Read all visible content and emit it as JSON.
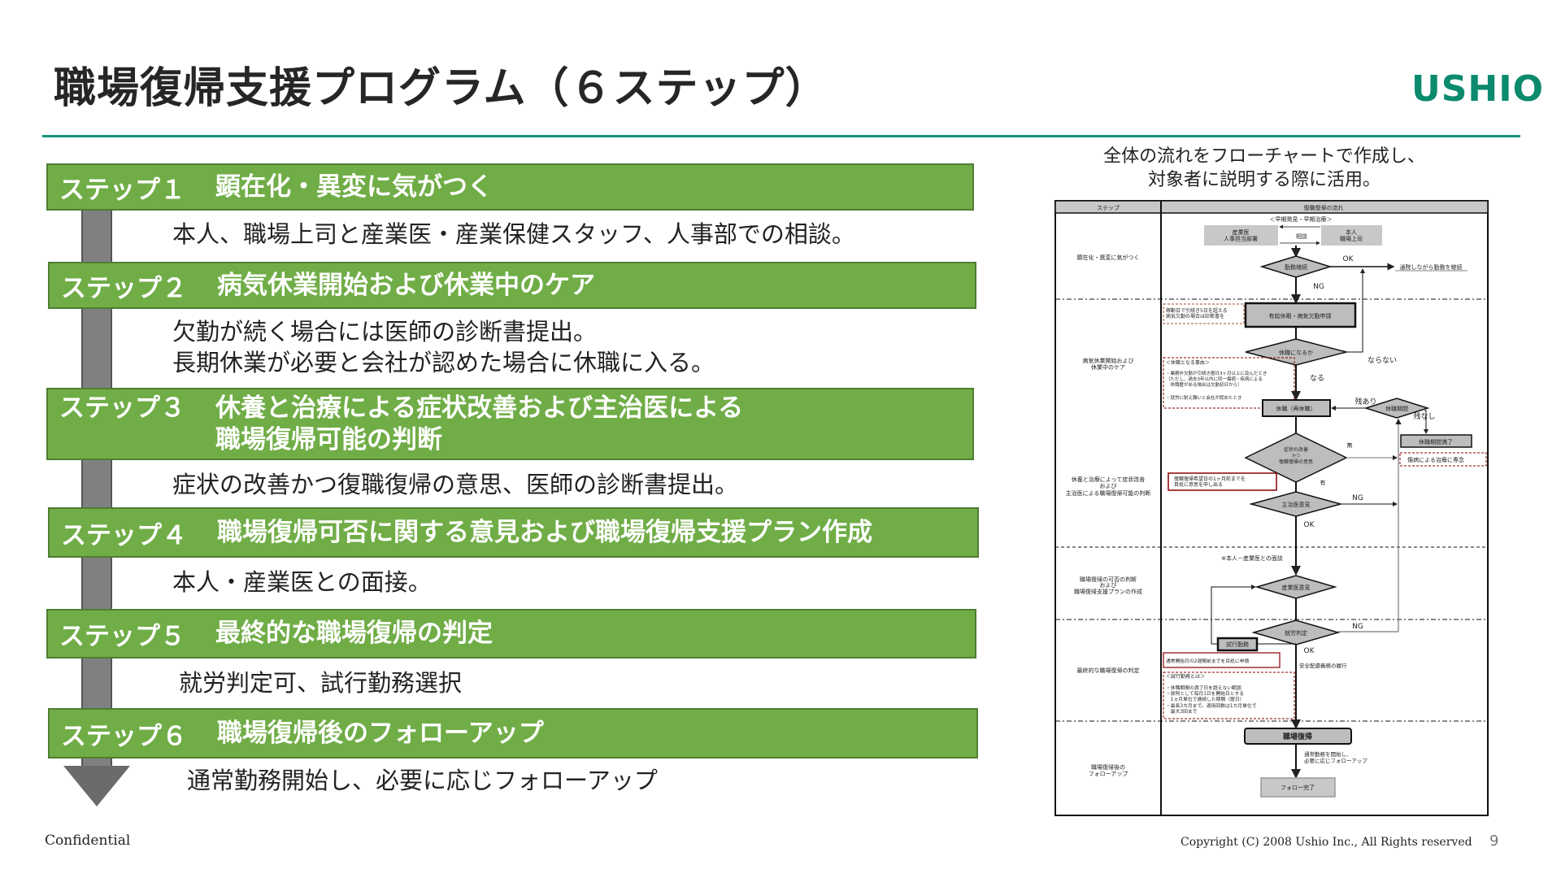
{
  "title": "職場復帰支援プログラム（６ステップ）",
  "logo": "USHIO",
  "steps": [
    {
      "num": "ステップ１",
      "title": "顕在化・異変に気がつく",
      "desc": [
        "本人、職場上司と産業医・産業保健スタッフ、人事部での相談。"
      ]
    },
    {
      "num": "ステップ２",
      "title": "病気休業開始および休業中のケア",
      "desc": [
        "欠勤が続く場合には医師の診断書提出。",
        "長期休業が必要と会社が認めた場合に休職に入る。"
      ]
    },
    {
      "num": "ステップ３",
      "title": "休養と治療による症状改善および主治医による",
      "title2": "職場復帰可能の判断",
      "desc": [
        "症状の改善かつ復職復帰の意思、医師の診断書提出。"
      ]
    },
    {
      "num": "ステップ４",
      "title": "職場復帰可否に関する意見および職場復帰支援プラン作成",
      "desc": [
        "本人・産業医との面接。"
      ]
    },
    {
      "num": "ステップ５",
      "title": "最終的な職場復帰の判定",
      "desc": [
        "就労判定可、試行勤務選択"
      ]
    },
    {
      "num": "ステップ６",
      "title": "職場復帰後のフォローアップ",
      "desc": [
        "通常勤務開始し、必要に応じフォローアップ"
      ]
    }
  ],
  "caption": [
    "全体の流れをフローチャートで作成し、",
    "対象者に説明する際に活用。"
  ],
  "flowchart": {
    "header": {
      "step": "ステップ",
      "flow": "復職復帰の流れ"
    },
    "stage_labels": {
      "s1": "顕在化・異変に気がつく",
      "s2": [
        "病気休業開始および",
        "休業中のケア"
      ],
      "s3": [
        "休養と治療によって症状改善",
        "および",
        "主治医による職場復帰可能の判断"
      ],
      "s4": [
        "職場復帰の可否の判断",
        "および",
        "職場復帰支援プランの作成"
      ],
      "s5": "最終的な職場復帰の判定",
      "s6": [
        "職場復帰後の",
        "フォローアップ"
      ]
    },
    "early": "＜早期発見・早期治療＞",
    "doctor_box": [
      "産業医",
      "人事担当部署"
    ],
    "self_box": [
      "本人",
      "職場上司"
    ],
    "consult": "相談",
    "d_continue": "勤務継続",
    "ok1": "OK",
    "continue_result": "通院しながら勤務を継続",
    "ng1": "NG",
    "note_cert": [
      "稼動日で引続き5日を超える",
      "病気欠勤の場合は診断書を"
    ],
    "apply_box": "有給休暇・病気欠勤申請",
    "d_leave": "休職になるか",
    "not_leave": "ならない",
    "leave": "なる",
    "reasons": [
      "＜休職となる事由＞",
      "・業務外欠勤が引続き暦日3ヶ月以上に及んだとき",
      "（ただし、過去3年以内に同一傷病・疾病による",
      "　休職歴がある場合は欠勤初日から）",
      "・就労に耐え難いと会社が認めたとき"
    ],
    "leave_box": "休職（再休職）",
    "remain_yes": "残あり",
    "d_period": "休職期間",
    "remain_no": "残なし",
    "expire_box": "休職期間満了",
    "treat_note": "傷病による治療に専念",
    "d_recover": [
      "症状の改善",
      "かつ",
      "復職復帰の意思"
    ],
    "none": "無",
    "yes": "有",
    "intent_note": [
      "復職復帰希望日の1ヶ月前までを",
      "目処に意思を申し出る"
    ],
    "d_physician": "主治医意見",
    "ng2": "NG",
    "ok2": "OK",
    "interview": "※本人－産業医との面談",
    "d_occ": "産業医意見",
    "d_judge": "就労判定",
    "ng3": "NG",
    "trial_box": "試行勤務",
    "ok3": "OK",
    "apply_note": "通常開始日の2週間前までを目処に申請",
    "safety": "安全配慮義務の履行",
    "trial_def": [
      "＜試行勤務とは＞",
      "・休職期間の満了日を超えない範囲",
      "・原則として毎月1日を開始日とする",
      "　1ヵ月単位で連続した期間（暦日）",
      "・最長3カ月まで。適用回数は1カ月単位で",
      "　最大3回まで"
    ],
    "return_box": "職場復帰",
    "followup_note": [
      "通常勤務を開始し、",
      "必要に応じフォローアップ"
    ],
    "done_box": "フォロー完了"
  },
  "footer": {
    "confidential": "Confidential",
    "copyright": "Copyright (C) 2008 Ushio Inc., All Rights reserved",
    "page": "9"
  },
  "colors": {
    "step_green": "#70ad47",
    "brand_teal": "#0b8a6e"
  }
}
